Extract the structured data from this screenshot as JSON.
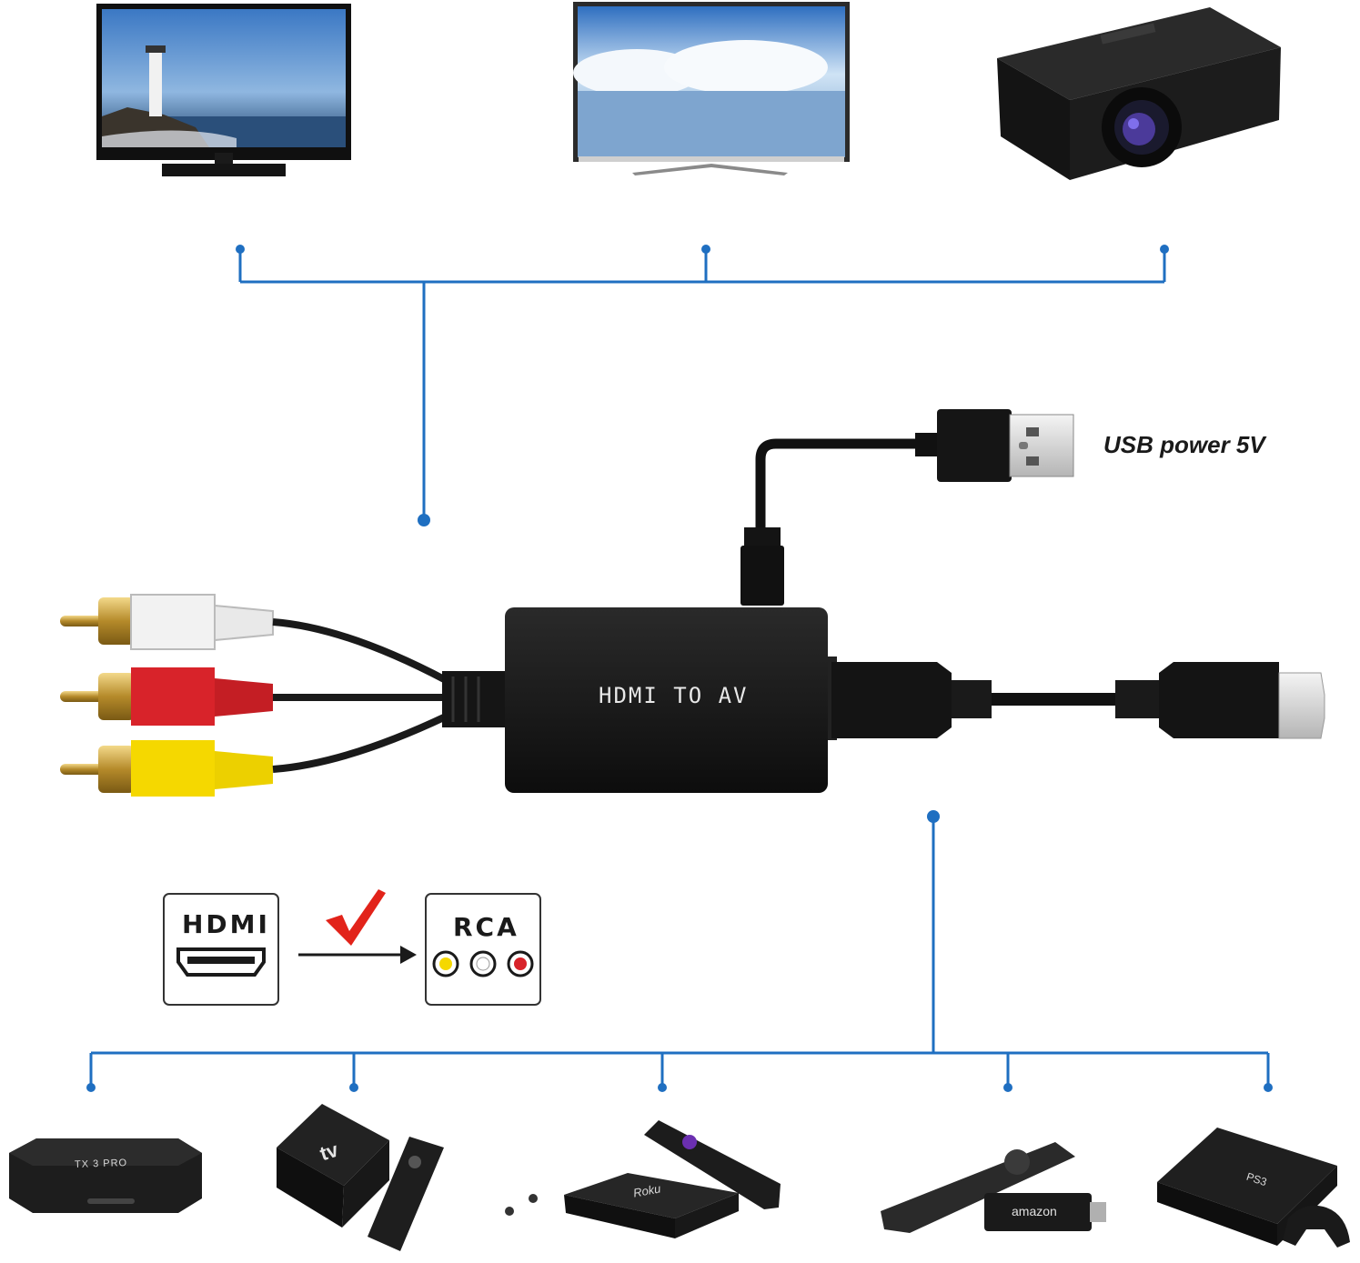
{
  "adapter": {
    "label": "HDMI TO AV"
  },
  "usb": {
    "label": "USB power 5V"
  },
  "legend": {
    "from_label": "HDMI",
    "to_label": "RCA"
  },
  "devices": {
    "tx3pro": "TX 3 PRO",
    "appletv": "tv",
    "roku": "Roku",
    "amazon": "amazon",
    "ps3": "PS3"
  },
  "colors": {
    "connector_line": "#1f6fc1",
    "rca_white": "#f2f2f2",
    "rca_red": "#d8232a",
    "rca_yellow": "#f5d800",
    "check_mark": "#e2231a"
  }
}
